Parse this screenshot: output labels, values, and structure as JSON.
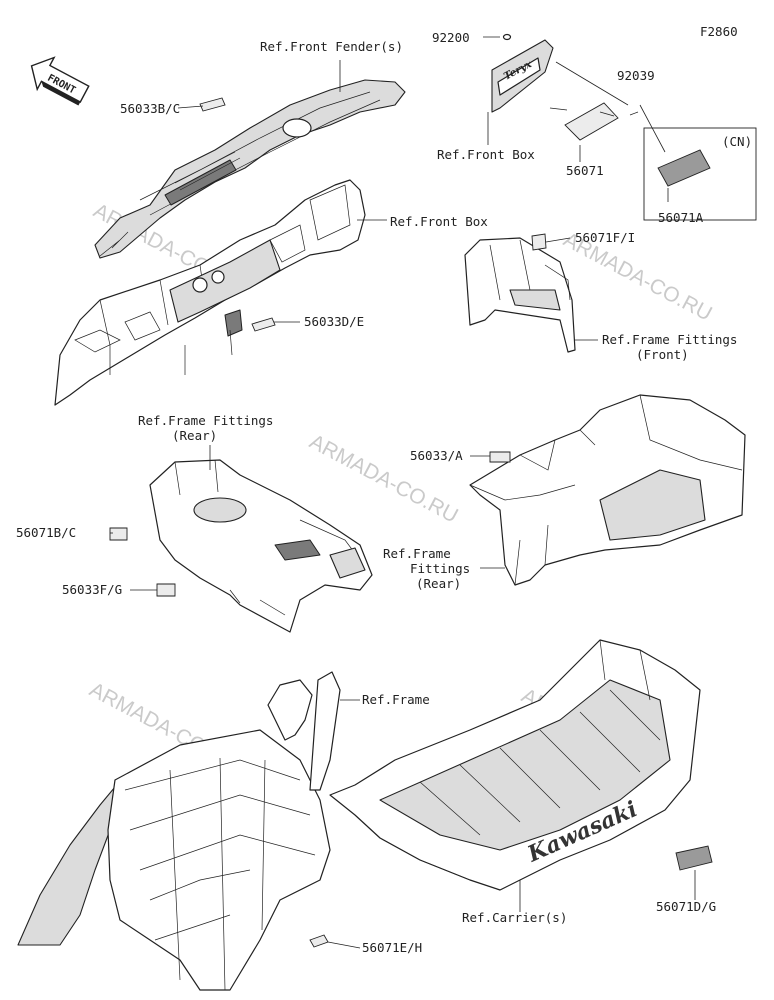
{
  "figure_code": "F2860",
  "front_arrow_text": "FRONT",
  "watermark": "ARMADA-CO.RU",
  "region_note": "(CN)",
  "labels": {
    "p92200": "92200",
    "p92039": "92039",
    "ref_front_fender": "Ref.Front Fender(s)",
    "p56033bc": "56033B/C",
    "ref_front_box_1": "Ref.Front Box",
    "p56071": "56071",
    "p56071a": "56071A",
    "ref_front_box_2": "Ref.Front Box",
    "p56071fi": "56071F/I",
    "p56033de": "56033D/E",
    "ref_ff_front_1": "Ref.Frame Fittings",
    "ref_ff_front_2": "(Front)",
    "ref_ff_rear_a1": "Ref.Frame Fittings",
    "ref_ff_rear_a2": "(Rear)",
    "p56033a": "56033/A",
    "p56071bc": "56071B/C",
    "ref_ff_rear_b1": "Ref.Frame",
    "ref_ff_rear_b2": "Fittings",
    "ref_ff_rear_b3": "(Rear)",
    "p56033fg": "56033F/G",
    "ref_frame": "Ref.Frame",
    "p56071dg": "56071D/G",
    "ref_carrier": "Ref.Carrier(s)",
    "p56071eh": "56071E/H"
  },
  "carrier_brand": "Kawasaki",
  "box_logo": "Teryx"
}
